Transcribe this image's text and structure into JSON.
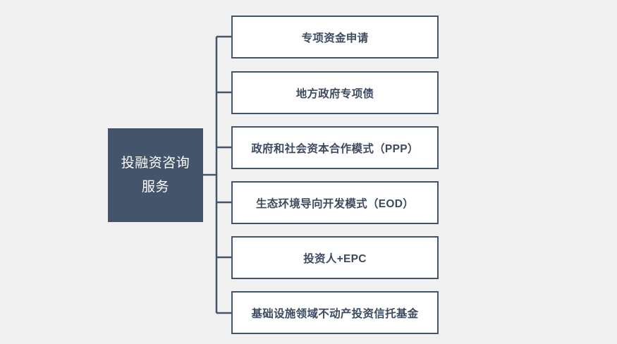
{
  "diagram": {
    "type": "tree",
    "orientation": "horizontal-right",
    "background_color": "#F1F1F1",
    "root": {
      "label": "投融资咨询服务",
      "line1": "投融资咨询",
      "line2": "服务",
      "fill_color": "#44546A",
      "text_color": "#FFFFFF"
    },
    "node_style": {
      "fill_color": "#FFFFFF",
      "border_color": "#44546A",
      "text_color": "#3C4A60",
      "connector_color": "#44546A"
    },
    "children": [
      {
        "label": "专项资金申请"
      },
      {
        "label": "地方政府专项债"
      },
      {
        "label": "政府和社会资本合作模式（PPP）"
      },
      {
        "label": "生态环境导向开发模式（EOD）"
      },
      {
        "label": "投资人+EPC"
      },
      {
        "label": "基础设施领域不动产投资信托基金"
      }
    ]
  }
}
